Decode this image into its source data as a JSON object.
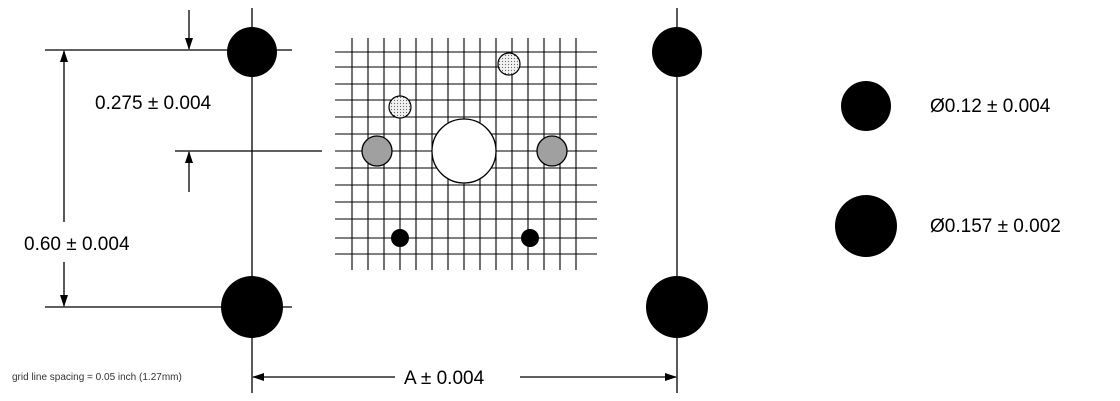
{
  "dimensions": {
    "top_offset": "0.275 ± 0.004",
    "vertical_spacing": "0.60 ± 0.004",
    "horizontal_spacing": "A ± 0.004"
  },
  "legend": {
    "small_hole": "Ø0.12 ± 0.004",
    "large_hole": "Ø0.157 ± 0.002"
  },
  "note": "grid line spacing = 0.05 inch (1.27mm)",
  "colors": {
    "line": "#000000",
    "mounting_hole": "#000000",
    "gray_hole": "#a0a0a0",
    "dotted_hole": "#e6e6e6",
    "center_hole": "#ffffff"
  }
}
